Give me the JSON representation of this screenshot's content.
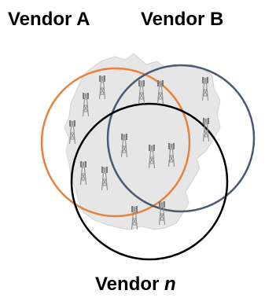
{
  "labels": {
    "vendor_a": "Vendor A",
    "vendor_b": "Vendor B",
    "vendor_n_prefix": "Vendor ",
    "vendor_n_italic": "n"
  },
  "colors": {
    "vendor_a": "#e8813a",
    "vendor_b": "#4a5a70",
    "vendor_n": "#000000",
    "map": "#e6e6e6",
    "tower": "#8c8c8c"
  },
  "icons": {
    "region_map": "germany-map-silhouette",
    "tower": "cell-tower-icon"
  }
}
